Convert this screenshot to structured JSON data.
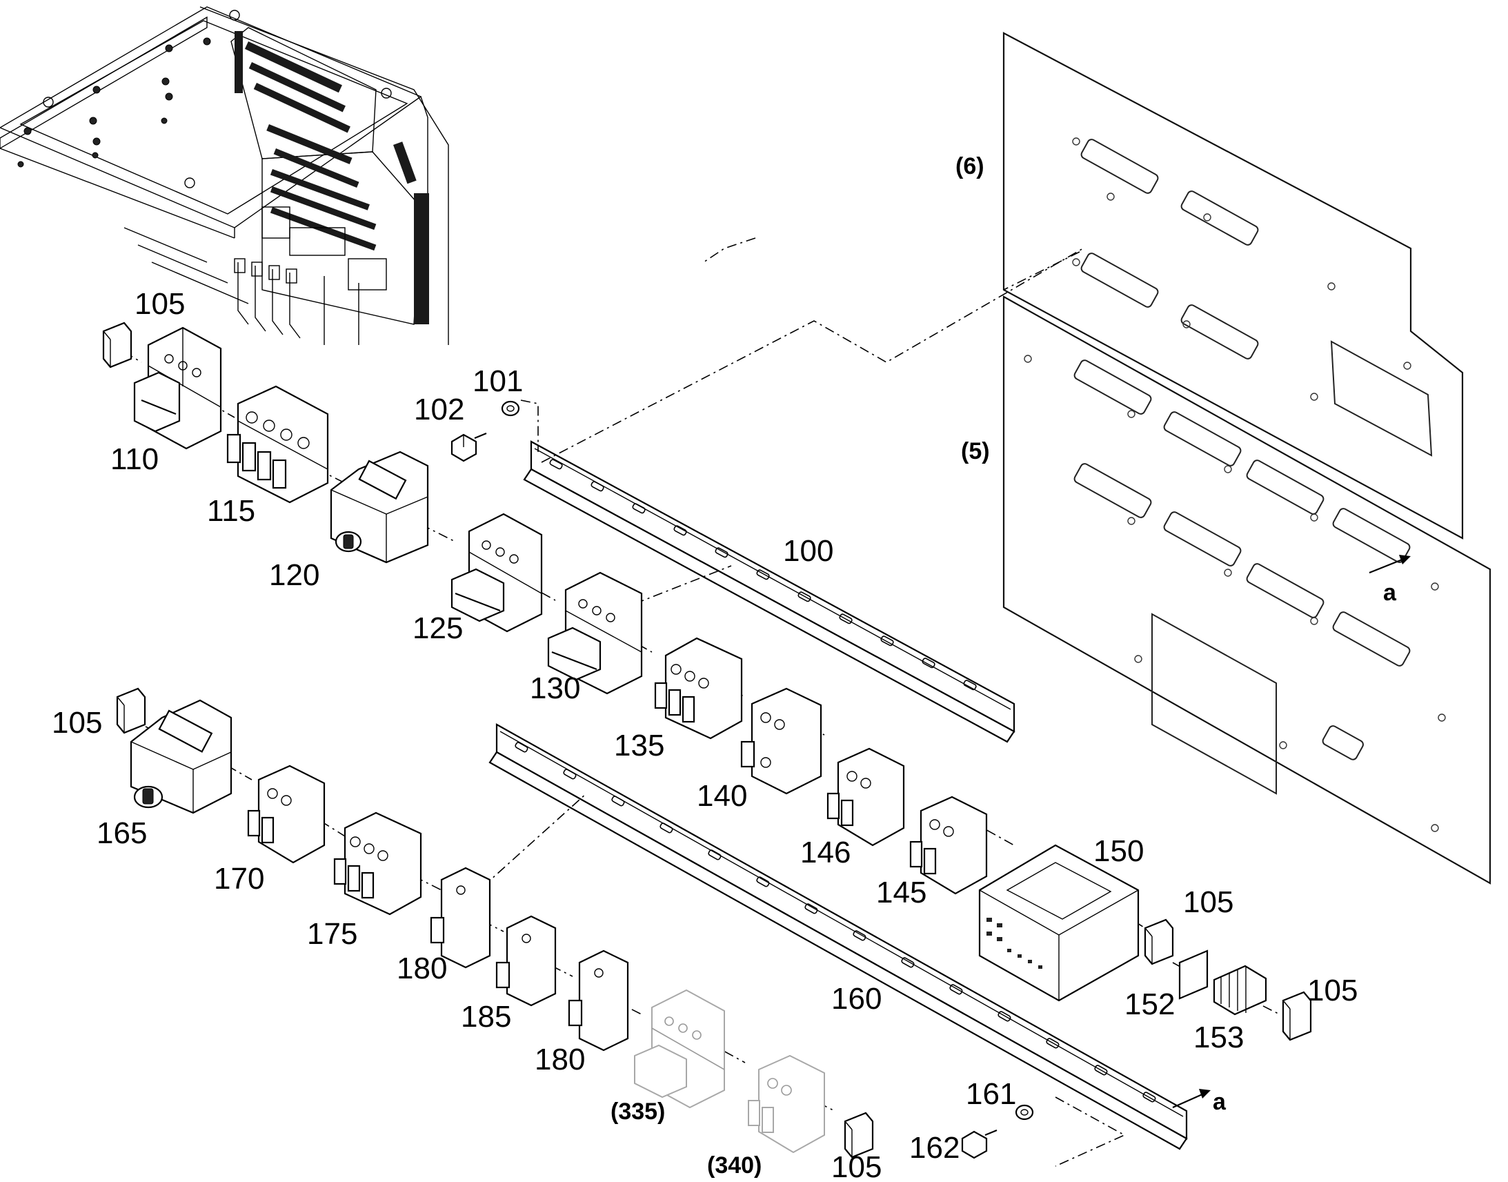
{
  "callouts": {
    "c100": "100",
    "c101": "101",
    "c102": "102",
    "c105a": "105",
    "c105b": "105",
    "c105c": "105",
    "c105d": "105",
    "c105e": "105",
    "c110": "110",
    "c115": "115",
    "c120": "120",
    "c125": "125",
    "c130": "130",
    "c135": "135",
    "c140": "140",
    "c145": "145",
    "c146": "146",
    "c150": "150",
    "c152": "152",
    "c153": "153",
    "c160": "160",
    "c161": "161",
    "c162": "162",
    "c165": "165",
    "c170": "170",
    "c175": "175",
    "c180a": "180",
    "c180b": "180",
    "c185": "185",
    "c335": "(335)",
    "c340": "(340)",
    "c5": "(5)",
    "c6": "(6)",
    "a1": "a",
    "a2": "a"
  },
  "colors": {
    "line": "#000000",
    "ghost_part": "#a8a8a8",
    "background": "#ffffff"
  }
}
